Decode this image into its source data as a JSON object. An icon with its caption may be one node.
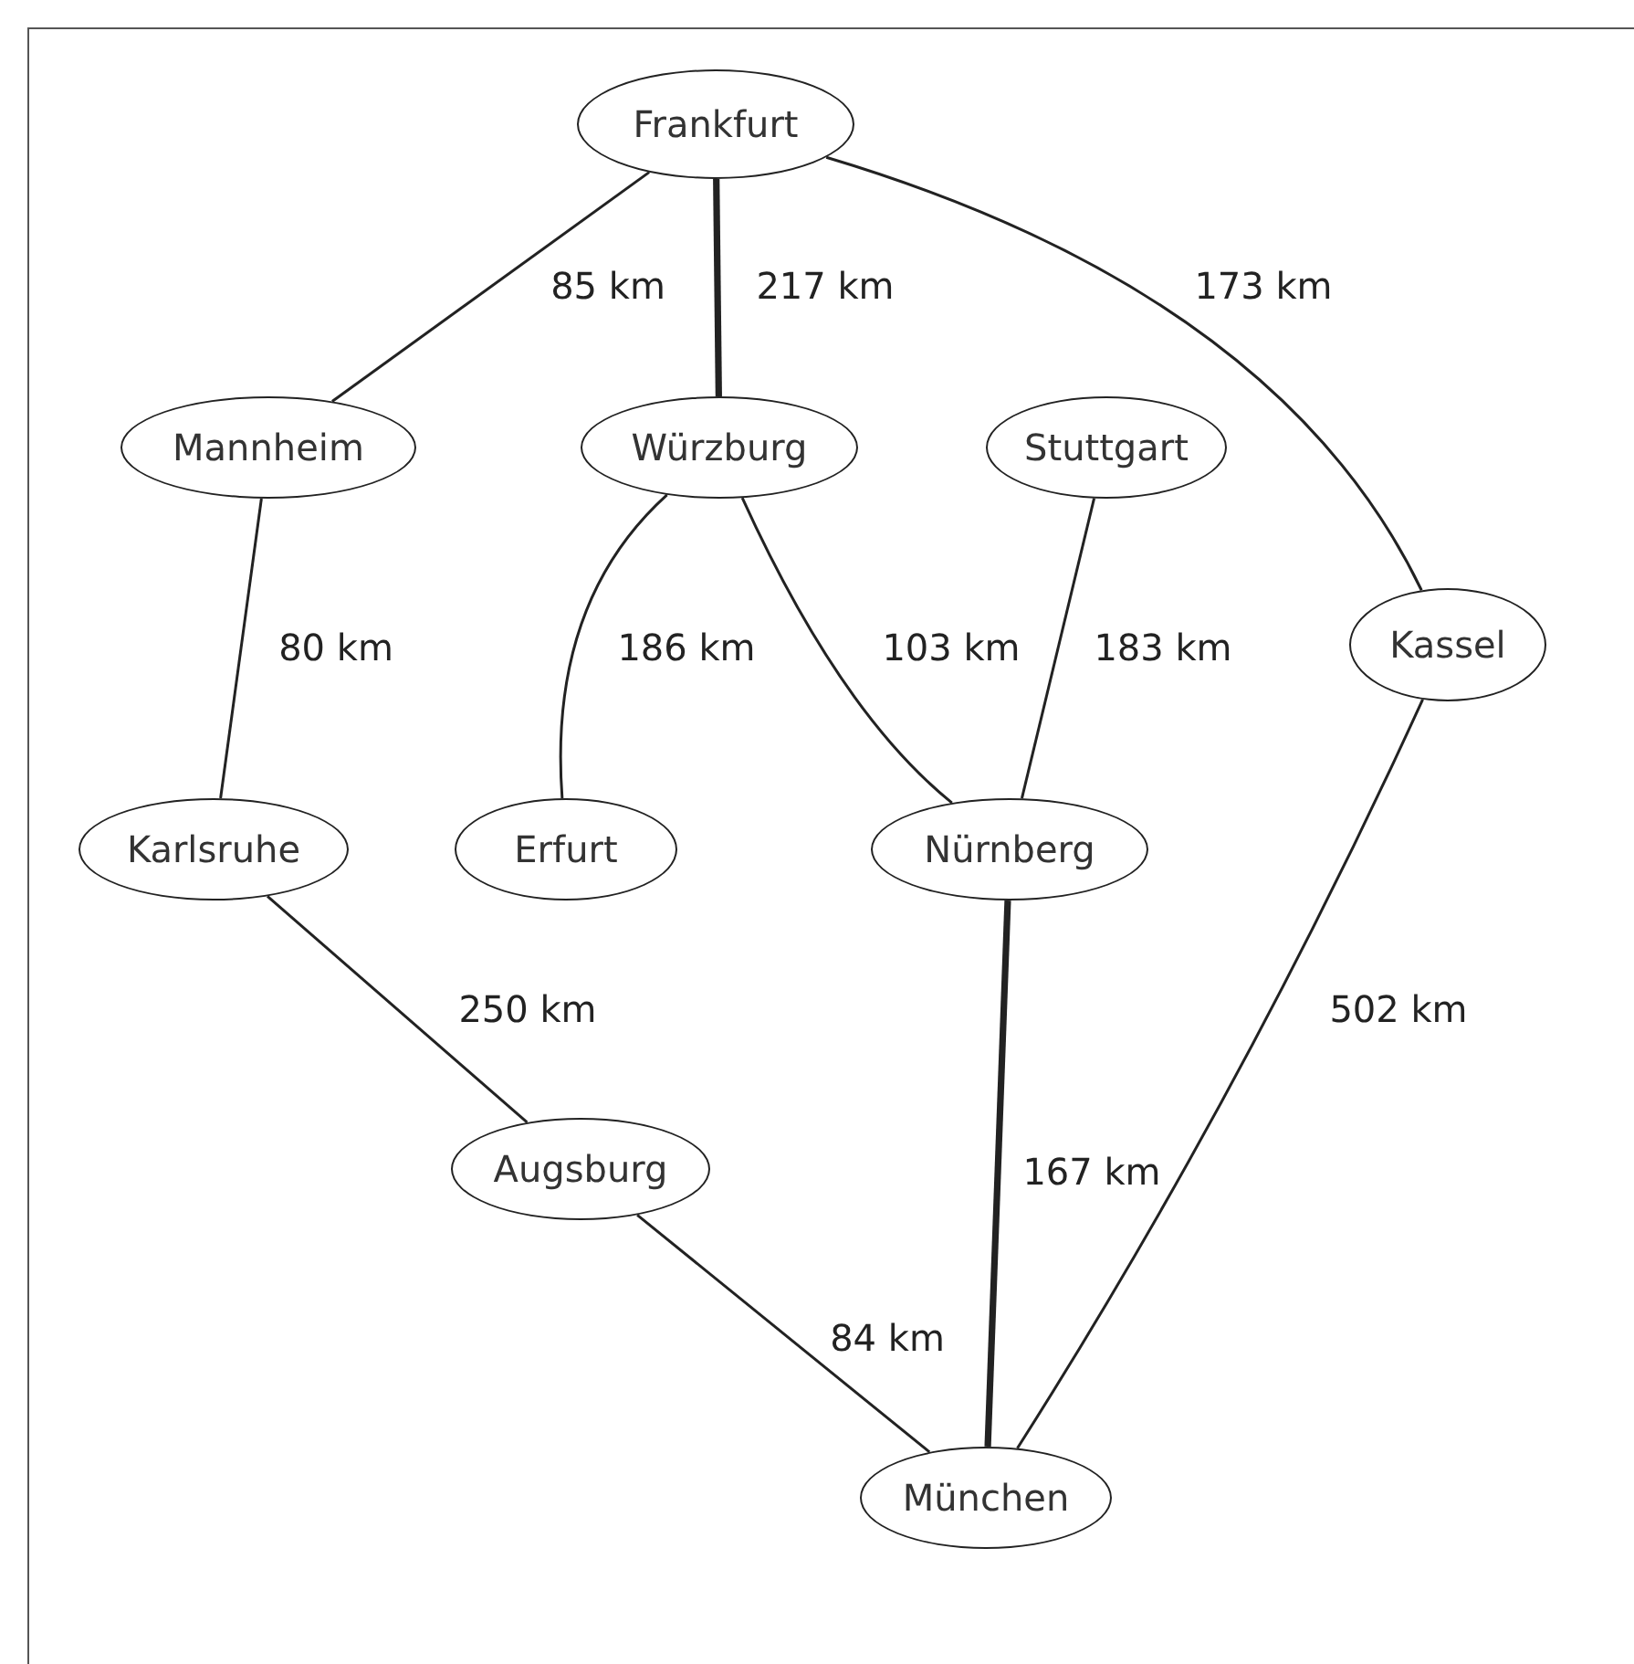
{
  "diagram": {
    "nodes": [
      {
        "text": [
          "Frankfurt"
        ]
      },
      {
        "text": [
          "Mannheim"
        ]
      },
      {
        "text": [
          "Würzburg"
        ]
      },
      {
        "text": [
          "Stuttgart"
        ]
      },
      {
        "text": [
          "Kassel"
        ]
      },
      {
        "text": [
          "Karlsruhe"
        ]
      },
      {
        "text": [
          "Erfurt"
        ]
      },
      {
        "text": [
          "Nürnberg"
        ]
      },
      {
        "text": [
          "Augsburg"
        ]
      },
      {
        "text": [
          "München"
        ]
      }
    ],
    "edges": [
      {
        "from": 0,
        "to": 1,
        "arrow": "none",
        "label": "85 km"
      },
      {
        "from": 0,
        "to": 2,
        "arrow": "none",
        "label": "217 km",
        "style": "thick"
      },
      {
        "from": 0,
        "to": 4,
        "arrow": "none",
        "label": "173 km"
      },
      {
        "from": 1,
        "to": 5,
        "arrow": "none",
        "label": "80 km"
      },
      {
        "from": 2,
        "to": 6,
        "arrow": "none",
        "label": "186 km"
      },
      {
        "from": 2,
        "to": 7,
        "arrow": "none",
        "label": "103 km"
      },
      {
        "from": 3,
        "to": 7,
        "arrow": "none",
        "label": "183 km"
      },
      {
        "from": 5,
        "to": 8,
        "arrow": "none",
        "label": "250 km"
      },
      {
        "from": 7,
        "to": 9,
        "arrow": "none",
        "label": "167 km",
        "style": "thick"
      },
      {
        "from": 8,
        "to": 9,
        "arrow": "none",
        "label": "84 km"
      },
      {
        "from": 4,
        "to": 9,
        "arrow": "none",
        "label": "502 km"
      }
    ]
  }
}
